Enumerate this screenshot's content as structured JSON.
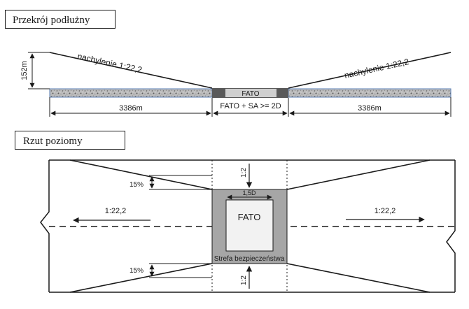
{
  "section_labels": {
    "longitudinal": "Przekrój podłużny",
    "plan": "Rzut poziomy"
  },
  "longitudinal": {
    "height_label": "152m",
    "slope_left": "nachylenie 1:22,2",
    "slope_right": "nachylenie 1:22,2",
    "fato_label": "FATO",
    "fato_sa_label": "FATO + SA >= 2D",
    "dist_left": "3386m",
    "dist_right": "3386m"
  },
  "plan": {
    "slope_left": "1:22,2",
    "slope_right": "1:22,2",
    "top_ratio": "1:2",
    "bottom_ratio": "1:2",
    "top_pct": "15%",
    "bottom_pct": "15%",
    "fato_width": "1,5D",
    "fato_label": "FATO",
    "safety_zone": "Strefa bezpieczeństwa"
  },
  "colors": {
    "line": "#1a1a1a",
    "safety_area": "#a6a6a6",
    "fato_fill": "#f2f2f2",
    "profile_fato": "#cfcfcf",
    "profile_sa": "#595959",
    "strip_border": "#5b7fb5"
  }
}
